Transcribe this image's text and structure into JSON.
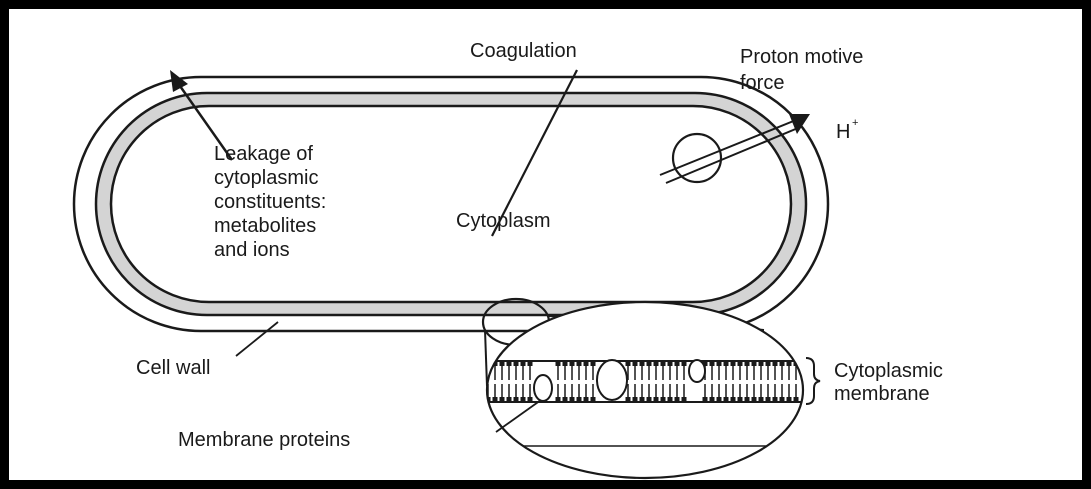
{
  "labels": {
    "coagulation": "Coagulation",
    "proton_motive_line1": "Proton motive",
    "proton_motive_line2": "force",
    "h_ion": "H",
    "h_ion_charge": "+",
    "leakage_line1": "Leakage of",
    "leakage_line2": "cytoplasmic",
    "leakage_line3": "constituents:",
    "leakage_line4": "metabolites",
    "leakage_line5": "and ions",
    "cytoplasm": "Cytoplasm",
    "cell_wall": "Cell wall",
    "cytoplasmic_membrane_line1": "Cytoplasmic",
    "cytoplasmic_membrane_line2": "membrane",
    "membrane_proteins": "Membrane proteins"
  },
  "colors": {
    "stroke": "#1a1a1a",
    "membrane_band": "#d4d4d4",
    "background": "#ffffff",
    "frame": "#000000"
  }
}
